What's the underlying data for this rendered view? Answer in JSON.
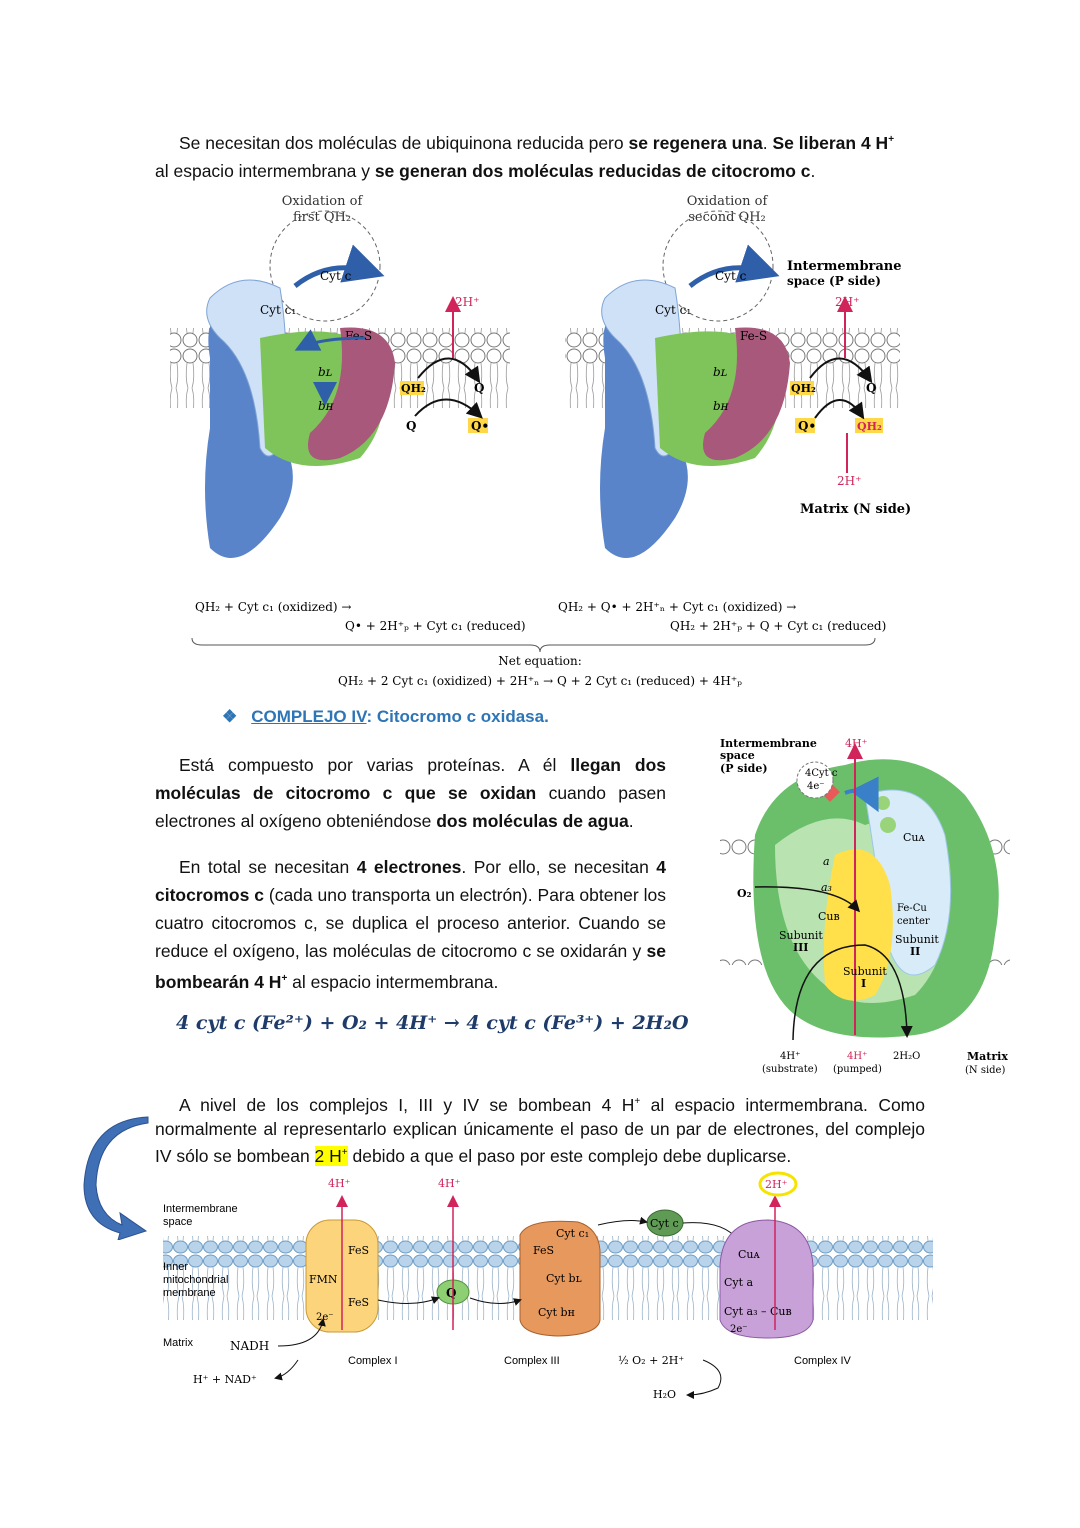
{
  "intro": {
    "t1": "Se necesitan dos moléculas de ubiquinona reducida pero ",
    "b1": "se regenera una",
    "t2": ". ",
    "b2": "Se liberan 4 H",
    "sup": "+",
    "t3": "al espacio intermembrana y ",
    "b3": "se generan dos moléculas reducidas de citocromo c",
    "t4": "."
  },
  "q_cycle": {
    "left_caption": "Oxidation of first QH₂",
    "right_caption": "Oxidation of second QH₂",
    "cyt_c": "Cyt c",
    "cyt_c1": "Cyt c₁",
    "fes": "Fe-S",
    "bl": "bʟ",
    "bh": "bʜ",
    "qh2": "QH₂",
    "q": "Q",
    "q_rad": "Q•",
    "h_top": "2H⁺",
    "h_bottom": "2H⁺",
    "intermembrane": "Intermembrane",
    "p_side": "space (P side)",
    "matrix": "Matrix (N side)",
    "eq_left_1": "QH₂ + Cyt c₁ (oxidized) →",
    "eq_left_2": "Q• + 2H⁺ₚ + Cyt c₁ (reduced)",
    "eq_right_1": "QH₂ + Q• + 2H⁺ₙ + Cyt c₁ (oxidized) →",
    "eq_right_2": "QH₂ + 2H⁺ₚ + Q + Cyt c₁ (reduced)",
    "net_label": "Net equation:",
    "net_eq": "QH₂ + 2 Cyt c₁ (oxidized) + 2H⁺ₙ → Q + 2 Cyt c₁ (reduced) + 4H⁺ₚ"
  },
  "complex4": {
    "bullet": "❖",
    "heading_link": "COMPLEJO IV",
    "heading_rest": ": Citocromo c oxidasa.",
    "p1_t1": "Está compuesto por varias proteínas. A él ",
    "p1_b1": "llegan dos moléculas de citocromo c que se oxidan",
    "p1_t2": " cuando pasen electrones al oxígeno obteniéndose ",
    "p1_b2": "dos moléculas de agua",
    "p1_t3": ".",
    "p2_t1": "En total se necesitan ",
    "p2_b1": "4 electrones",
    "p2_t2": ". Por ello, se necesitan ",
    "p2_b2": "4 citocromos c",
    "p2_t3": " (cada uno transporta un electrón). Para obtener los cuatro citocromos c, se duplica el proceso anterior. Cuando se reduce el oxígeno, las moléculas de citocromo c se oxidarán y ",
    "p2_b3": "se bombearán 4 H",
    "p2_sup": "+",
    "p2_t4": " al espacio intermembrana.",
    "equation": "4 cyt c (Fe²⁺) + O₂ + 4H⁺ → 4 cyt c (Fe³⁺) + 2H₂O",
    "fig": {
      "intermembrane": "Intermembrane",
      "space": "space",
      "p_side": "(P side)",
      "h_top": "4H⁺",
      "cyt": "4Cyt c",
      "e": "4e⁻",
      "cua": "Cuᴀ",
      "a": "a",
      "a3": "a₃",
      "cub": "Cuʙ",
      "o2": "O₂",
      "fecu": "Fe-Cu",
      "center": "center",
      "sub3a": "Subunit",
      "sub3b": "III",
      "sub2a": "Subunit",
      "sub2b": "II",
      "sub1a": "Subunit",
      "sub1b": "I",
      "h_sub": "4H⁺",
      "h_sub_l": "(substrate)",
      "h_pump": "4H⁺",
      "h_pump_l": "(pumped)",
      "water": "2H₂O",
      "matrix": "Matrix",
      "n_side": "(N side)"
    }
  },
  "summary": {
    "t1": "A nivel de los complejos I, III y IV se bombean 4 H",
    "sup1": "+",
    "t2": " al espacio intermembrana. Como normalmente al representarlo explican únicamente el paso de un par de electrones, del complejo IV sólo se bombean ",
    "hl": "2 H",
    "sup2": "+",
    "t3": " debido a que el paso por este complejo debe duplicarse."
  },
  "chain": {
    "intermembrane_1": "Intermembrane",
    "intermembrane_2": "space",
    "inner_1": "Inner",
    "inner_2": "mitochondrial",
    "inner_3": "membrane",
    "matrix": "Matrix",
    "h1": "4H⁺",
    "h3": "4H⁺",
    "h4": "2H⁺",
    "fes1": "FeS",
    "fmn": "FMN",
    "fes2": "FeS",
    "two_e1": "2e⁻",
    "nadh": "NADH",
    "nad": "H⁺ + NAD⁺",
    "complex1": "Complex I",
    "q": "Q",
    "cytc1": "Cyt c₁",
    "fes3": "FeS",
    "cytbl": "Cyt bʟ",
    "cytbh": "Cyt bʜ",
    "complex3": "Complex III",
    "cytc": "Cyt c",
    "cua": "Cuᴀ",
    "cyta": "Cyt a",
    "cyta3": "Cyt a₃ – Cuʙ",
    "two_e4": "2e⁻",
    "o2": "½ O₂ + 2H⁺",
    "h2o": "H₂O",
    "complex4": "Complex IV"
  }
}
